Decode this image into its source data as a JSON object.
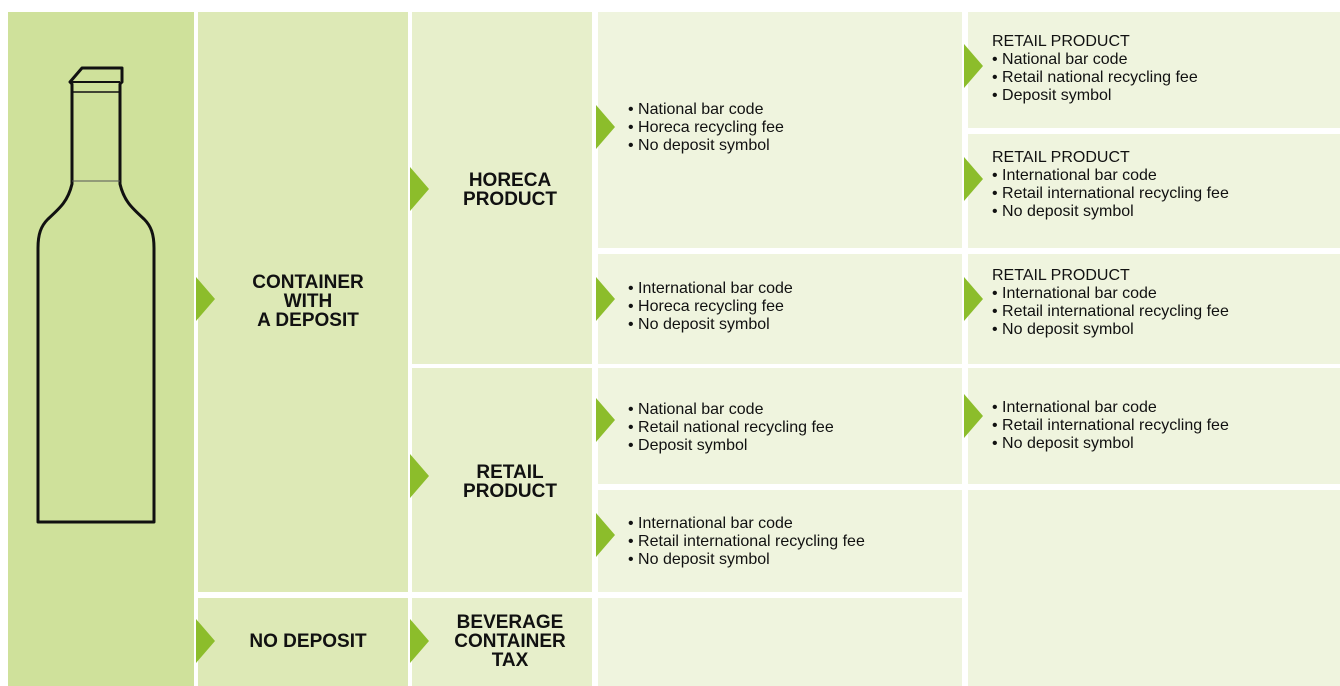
{
  "colors": {
    "bottle_col": "#cfe19b",
    "col_mid": "#dde9b6",
    "col_light": "#e7efcb",
    "col_lightest": "#eff4de",
    "arrow": "#8cbd2b"
  },
  "icons": {
    "bottle": "wine-bottle-icon",
    "arrow": "chevron-right-arrow"
  },
  "level1": {
    "deposit": "CONTAINER\nWITH\nA DEPOSIT",
    "no_deposit": "NO DEPOSIT"
  },
  "level2": {
    "horeca": "HORECA\nPRODUCT",
    "retail": "RETAIL\nPRODUCT",
    "tax": "BEVERAGE\nCONTAINER\nTAX"
  },
  "level3": {
    "horeca_national": [
      "National bar code",
      "Horeca recycling fee",
      "No deposit symbol"
    ],
    "horeca_international": [
      "International bar code",
      "Horeca recycling fee",
      "No deposit symbol"
    ],
    "retail_national": [
      "National bar code",
      "Retail national recycling fee",
      "Deposit symbol"
    ],
    "retail_international": [
      "International bar code",
      "Retail international recycling fee",
      "No deposit symbol"
    ]
  },
  "level4": {
    "a": {
      "title": "RETAIL PRODUCT",
      "items": [
        "National bar code",
        "Retail national recycling fee",
        "Deposit symbol"
      ]
    },
    "b": {
      "title": "RETAIL PRODUCT",
      "items": [
        "International bar code",
        "Retail international recycling fee",
        "No deposit symbol"
      ]
    },
    "c": {
      "title": "RETAIL PRODUCT",
      "items": [
        "International bar code",
        "Retail international recycling fee",
        "No deposit symbol"
      ]
    },
    "d": {
      "items": [
        "International bar code",
        "Retail international recycling fee",
        "No deposit symbol"
      ]
    }
  }
}
